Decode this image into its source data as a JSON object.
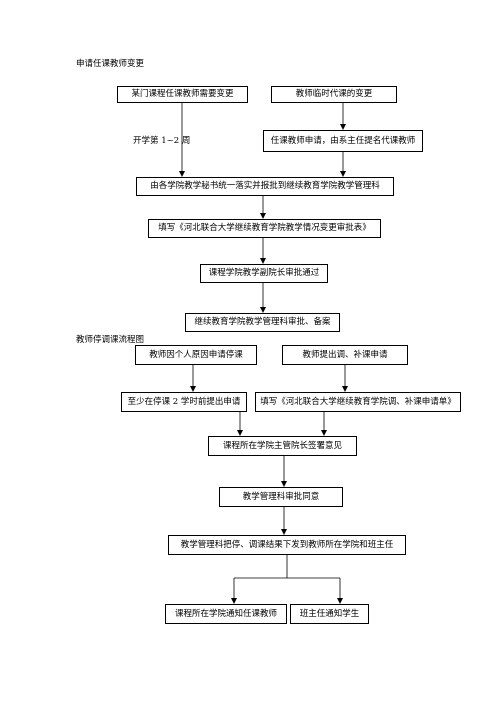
{
  "section1": {
    "title": "申请任课教师变更",
    "box_course_change": "某门课程任课教师需要变更",
    "box_temp_substitute": "教师临时代课的变更",
    "side_note": "开学第 1~2 周",
    "box_teacher_apply": "任课教师申请，由系主任提名代课教师",
    "box_secretary": "由各学院教学秘书统一落实并报批到继续教育学院教学管理科",
    "box_fill_form": "填写《河北联合大学继续教育学院教学情况变更审批表》",
    "box_vice_dean": "课程学院教学副院长审批通过",
    "box_record": "继续教育学院教学管理科审批、备案"
  },
  "section2": {
    "title": "教师停调课流程图",
    "box_personal_stop": "教师因个人原因申请停课",
    "box_apply_adjust": "教师提出调、补课申请",
    "box_two_hours": "至少在停课 2 学时前提出申请",
    "box_fill_adjust": "填写《河北联合大学继续教育学院调、补课申请单》",
    "box_dean_sign": "课程所在学院主管院长签署意见",
    "box_mgmt_approve": "教学管理科审批同意",
    "box_distribute": "教学管理科把停、调课结果下发到教师所在学院和班主任",
    "box_notify_teacher": "课程所在学院通知任课教师",
    "box_notify_students": "班主任通知学生"
  }
}
